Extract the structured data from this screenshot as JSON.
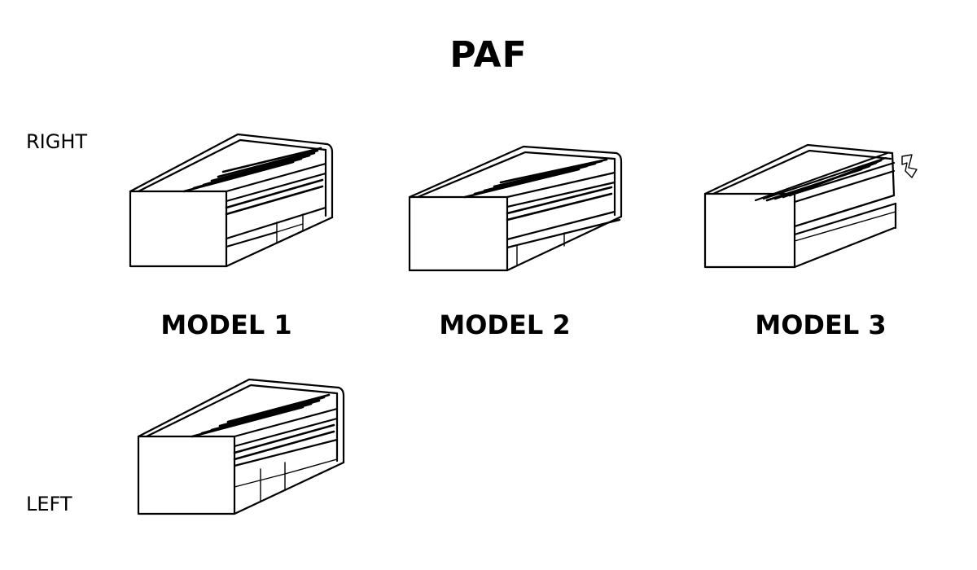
{
  "title": "PAF",
  "orientation": {
    "right": "RIGHT",
    "left": "LEFT"
  },
  "models": [
    {
      "label": "MODEL 1"
    },
    {
      "label": "MODEL 2"
    },
    {
      "label": "MODEL 3"
    }
  ]
}
